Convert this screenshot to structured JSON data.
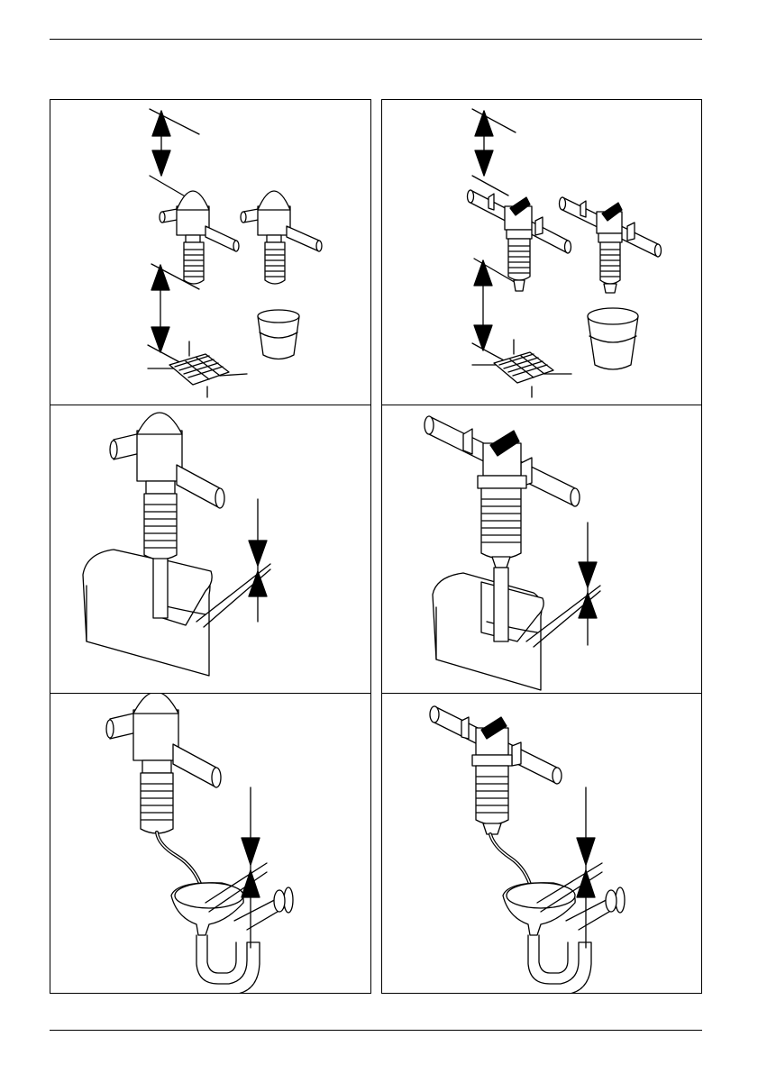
{
  "figure": {
    "panels": [
      {
        "id": "top-left",
        "shows": "filter-dome"
      },
      {
        "id": "top-right",
        "shows": "filter-ball-valve"
      },
      {
        "id": "middle-left",
        "shows": "filter-dome"
      },
      {
        "id": "middle-right",
        "shows": "filter-ball-valve"
      },
      {
        "id": "bottom-left",
        "shows": "filter-dome"
      },
      {
        "id": "bottom-right",
        "shows": "filter-ball-valve"
      }
    ],
    "colors": {
      "line": "#000000",
      "background": "#ffffff",
      "fill": "#ffffff"
    }
  }
}
